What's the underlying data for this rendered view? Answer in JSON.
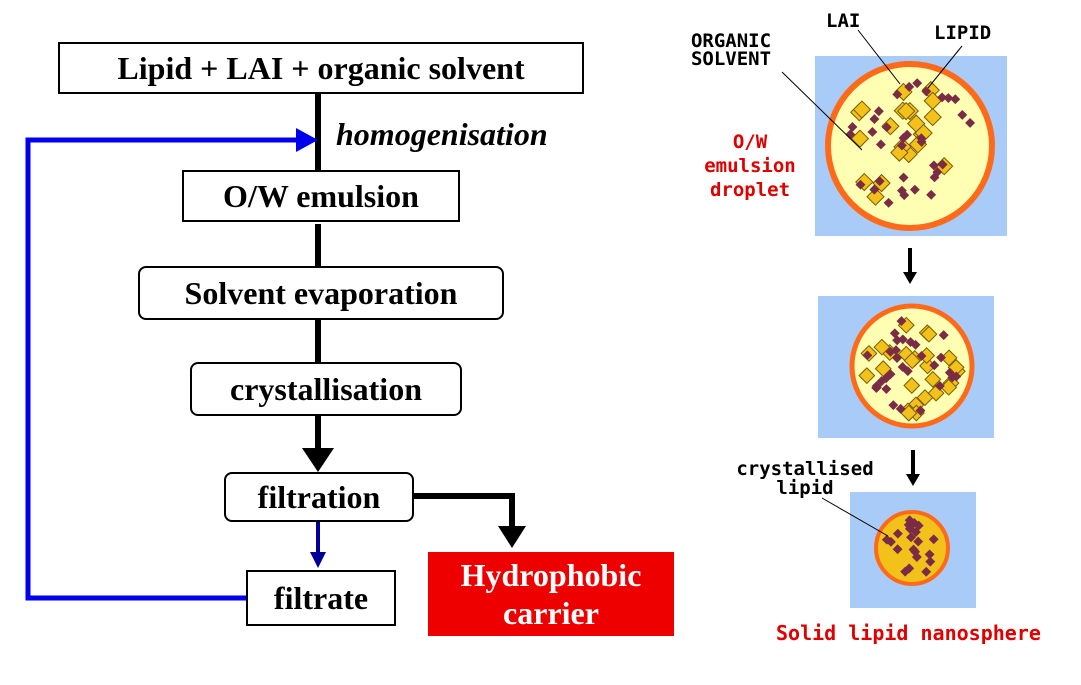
{
  "flowchart": {
    "start": "Lipid + LAI + organic solvent",
    "step1_label": "homogenisation",
    "emulsion": "O/W emulsion",
    "evaporation": "Solvent evaporation",
    "crystallisation": "crystallisation",
    "filtration": "filtration",
    "filtrate": "filtrate",
    "carrier_line1": "Hydrophobic",
    "carrier_line2": "carrier"
  },
  "illustration": {
    "label_organic_1": "ORGANIC",
    "label_organic_2": "SOLVENT",
    "label_lai": "LAI",
    "label_lipid": "LIPID",
    "droplet_1": "O/W",
    "droplet_2": "emulsion",
    "droplet_3": "droplet",
    "crystallised_1": "crystallised",
    "crystallised_2": "lipid",
    "caption": "Solid lipid nanosphere"
  },
  "colors": {
    "loop_arrow": "#0000ee",
    "filtrate_arrow": "#000099",
    "carrier_fill": "#ee0000",
    "water": "#a8ccf7",
    "droplet_fill": "#ffffb3",
    "droplet_rim": "#ff6a1a",
    "lipid_crystal": "#f3c21a",
    "lai_particle": "#7a2b45"
  }
}
